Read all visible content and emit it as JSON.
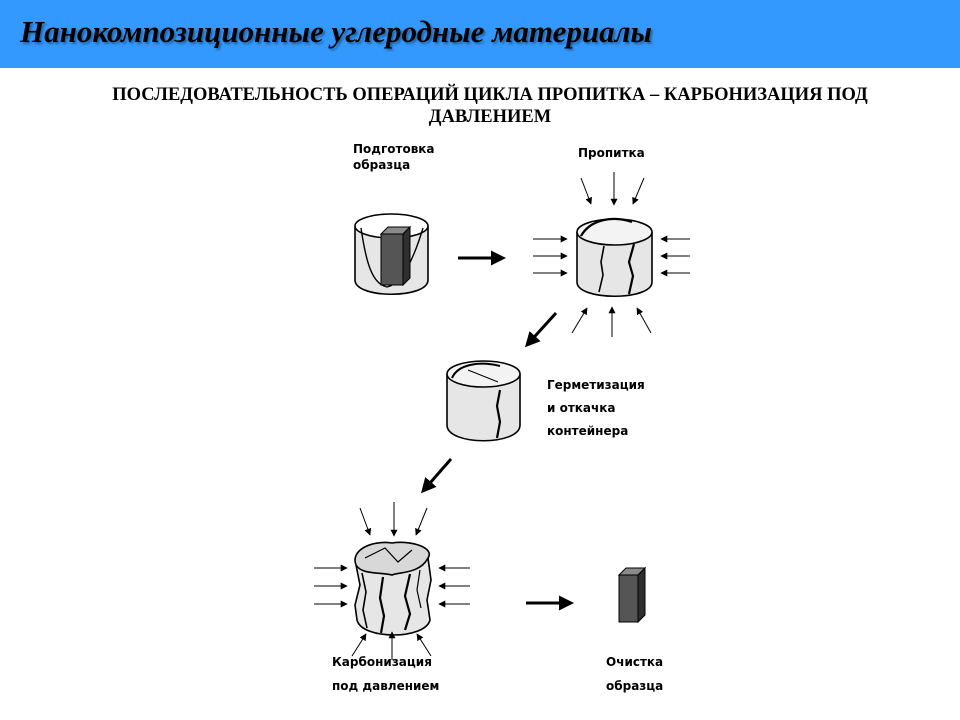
{
  "header": {
    "title": "Нанокомпозиционные углеродные материалы",
    "subtitle_line1": "ПОСЛЕДОВАТЕЛЬНОСТЬ ОПЕРАЦИЙ ЦИКЛА ПРОПИТКА – КАРБОНИЗАЦИЯ ПОД",
    "subtitle_line2": "ДАВЛЕНИЕМ"
  },
  "steps": {
    "prep_line1": "Подготовка",
    "prep_line2": "образца",
    "impreg": "Пропитка",
    "seal_line1": "Герметизация",
    "seal_line2": "и откачка",
    "seal_line3": "контейнера",
    "carb_line1": "Карбонизация",
    "carb_line2": "под давлением",
    "clean_line1": "Очистка",
    "clean_line2": "образца"
  },
  "colors": {
    "title_bar": "#3399ff",
    "container_fill": "#e6e6e6",
    "block_fill": "#555555"
  }
}
